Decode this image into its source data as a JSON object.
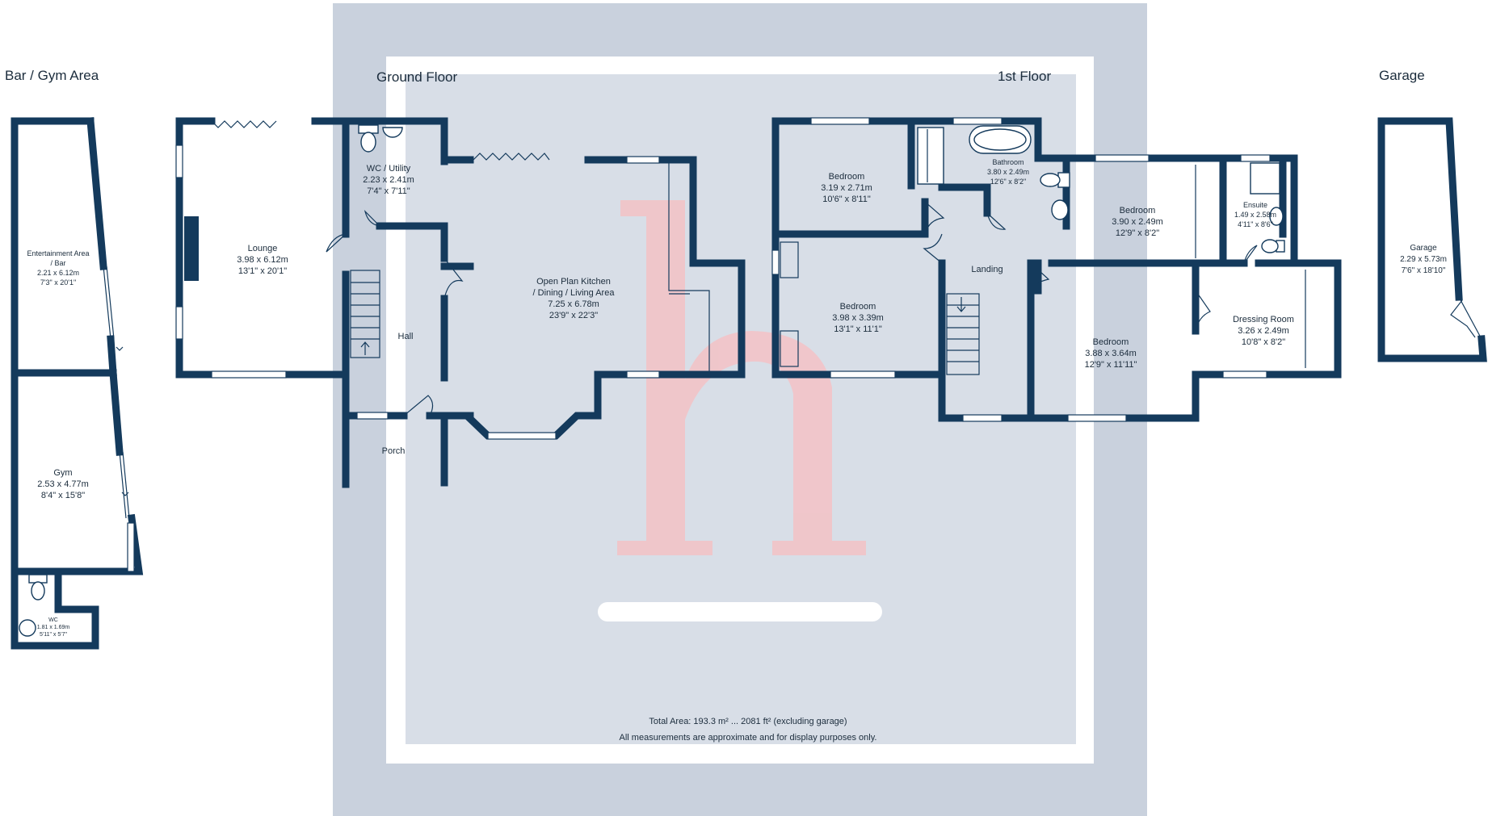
{
  "colors": {
    "wall": "#143a5c",
    "backdrop": "#c9d1dd",
    "panel": "#d8dee7",
    "watermark": "#f4c2c6",
    "text": "#1b2c3c"
  },
  "sections": {
    "bar_gym": "Bar / Gym Area",
    "ground": "Ground Floor",
    "first": "1st Floor",
    "garage": "Garage"
  },
  "rooms": {
    "entertainment": {
      "name": "Entertainment Area\n/ Bar",
      "metric": "2.21 x 6.12m",
      "imperial": "7'3\" x 20'1\""
    },
    "gym": {
      "name": "Gym",
      "metric": "2.53 x 4.77m",
      "imperial": "8'4\" x 15'8\""
    },
    "gym_wc": {
      "name": "WC",
      "metric": "1.81 x 1.69m",
      "imperial": "5'11\" x 5'7\""
    },
    "lounge": {
      "name": "Lounge",
      "metric": "3.98 x 6.12m",
      "imperial": "13'1\" x 20'1\""
    },
    "wc_utility": {
      "name": "WC / Utility",
      "metric": "2.23 x 2.41m",
      "imperial": "7'4\" x 7'11\""
    },
    "hall": {
      "name": "Hall"
    },
    "porch": {
      "name": "Porch"
    },
    "kitchen": {
      "name": "Open Plan Kitchen\n/ Dining / Living Area",
      "metric": "7.25 x 6.78m",
      "imperial": "23'9\" x 22'3\""
    },
    "bedroom1": {
      "name": "Bedroom",
      "metric": "3.19 x 2.71m",
      "imperial": "10'6\" x 8'11\""
    },
    "bathroom": {
      "name": "Bathroom",
      "metric": "3.80 x 2.49m",
      "imperial": "12'6\" x 8'2\""
    },
    "bedroom2": {
      "name": "Bedroom",
      "metric": "3.90 x 2.49m",
      "imperial": "12'9\" x 8'2\""
    },
    "ensuite": {
      "name": "Ensuite",
      "metric": "1.49 x 2.58m",
      "imperial": "4'11\" x 8'6\""
    },
    "bedroom3": {
      "name": "Bedroom",
      "metric": "3.98 x 3.39m",
      "imperial": "13'1\" x 11'1\""
    },
    "landing": {
      "name": "Landing"
    },
    "bedroom4": {
      "name": "Bedroom",
      "metric": "3.88 x 3.64m",
      "imperial": "12'9\" x 11'11\""
    },
    "dressing": {
      "name": "Dressing Room",
      "metric": "3.26 x 2.49m",
      "imperial": "10'8\" x 8'2\""
    },
    "garage": {
      "name": "Garage",
      "metric": "2.29 x 5.73m",
      "imperial": "7'6\" x 18'10\""
    }
  },
  "footer": {
    "total_area": "Total Area: 193.3 m² ... 2081 ft² (excluding garage)",
    "disclaimer": "All measurements are approximate and for display purposes only."
  },
  "icons": {
    "watermark": "agent-logo-h-icon",
    "stairs": "stairs-icon",
    "door": "door-swing-icon"
  }
}
